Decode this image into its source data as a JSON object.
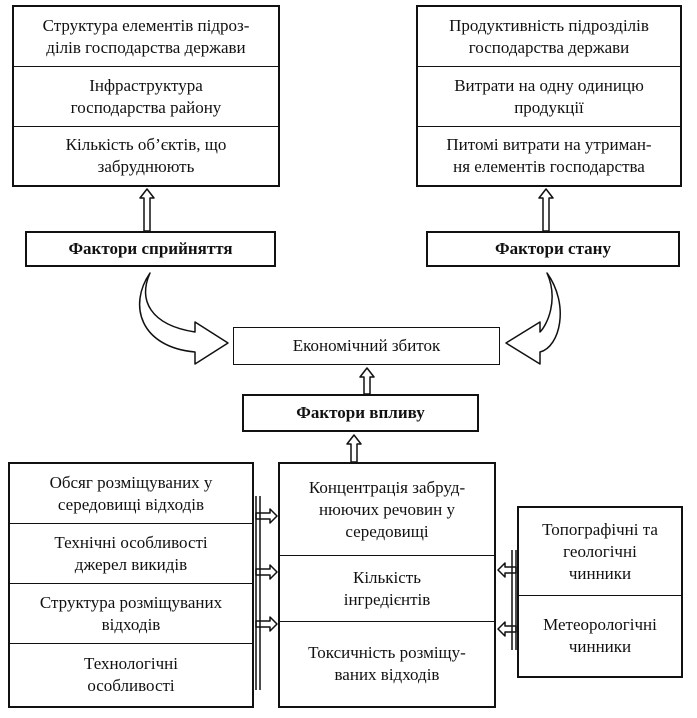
{
  "top_left_box": [
    "Структура елементів підроз-\nділів господарства держави",
    "Інфраструктура\nгосподарства району",
    "Кількість об’єктів, що\nзабруднюють"
  ],
  "top_right_box": [
    "Продуктивність підрозділів\nгосподарства держави",
    "Витрати на одну одиницю\nпродукції",
    "Питомі витрати на утриман-\nня елементів господарства"
  ],
  "perception_factors": "Фактори сприйняття",
  "state_factors": "Фактори стану",
  "economic_damage": "Економічний збиток",
  "impact_factors": "Фактори впливу",
  "bottom_left_box": [
    "Обсяг розміщуваних у\nсередовищі відходів",
    "Технічні особливості\nджерел викидів",
    "Структура розміщуваних\nвідходів",
    "Технологічні\nособливості"
  ],
  "bottom_center_box": [
    "Концентрація забруд-\nнюючих речовин у\nсередовищі",
    "Кількість\nінгредієнтів",
    "Токсичність розміщу-\nваних відходів"
  ],
  "bottom_right_box": [
    "Топографічні та\nгеологічні\nчинники",
    "Метеорологічні\nчинники"
  ]
}
